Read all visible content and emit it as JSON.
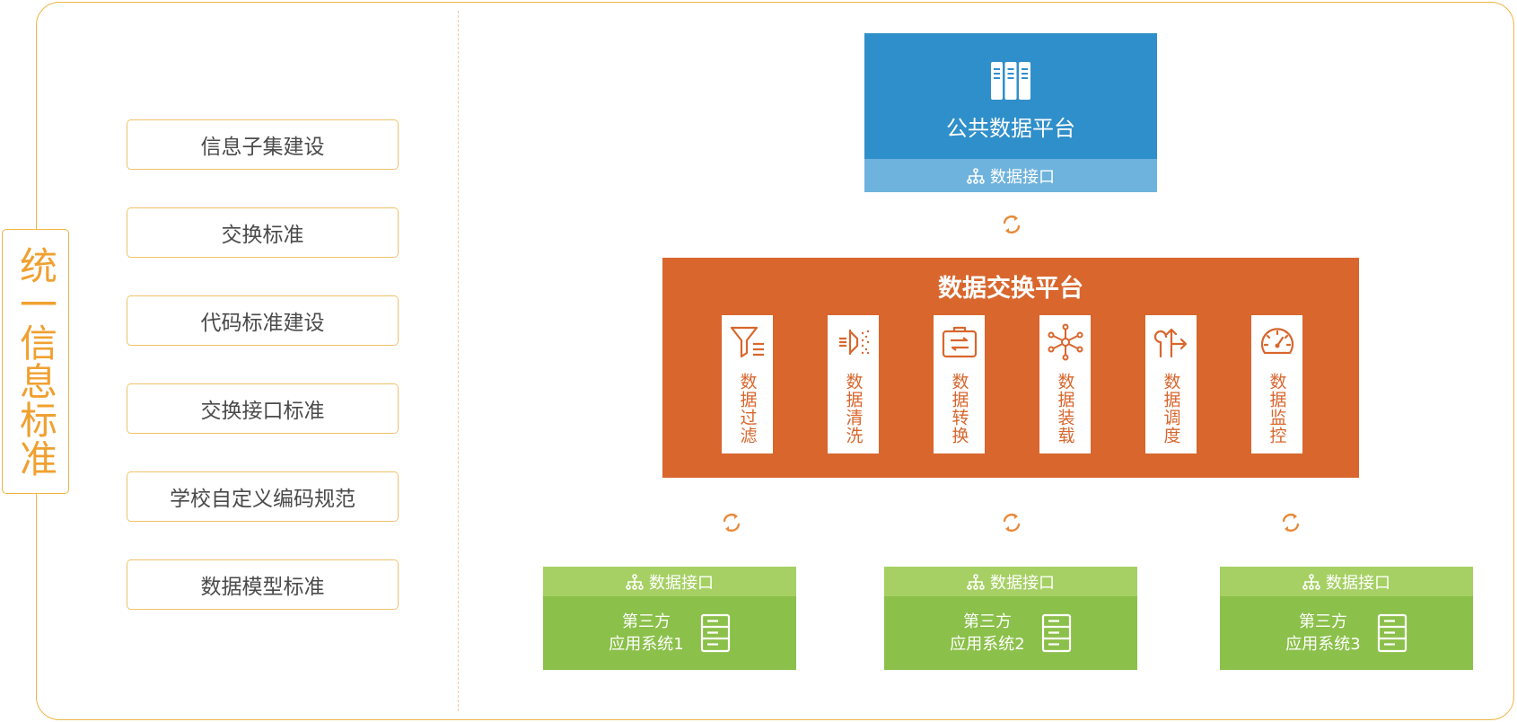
{
  "side_label": "统一信息标准",
  "standards": [
    "信息子集建设",
    "交换标准",
    "代码标准建设",
    "交换接口标准",
    "学校自定义编码规范",
    "数据模型标准"
  ],
  "public_platform": {
    "title": "公共数据平台",
    "interface_label": "数据接口",
    "icon": "database-icon"
  },
  "exchange_platform": {
    "title": "数据交换平台",
    "modules": [
      {
        "label": "数据过滤",
        "icon": "filter-icon"
      },
      {
        "label": "数据清洗",
        "icon": "spray-icon"
      },
      {
        "label": "数据转换",
        "icon": "briefcase-transfer-icon"
      },
      {
        "label": "数据装载",
        "icon": "network-icon"
      },
      {
        "label": "数据调度",
        "icon": "route-icon"
      },
      {
        "label": "数据监控",
        "icon": "gauge-icon"
      }
    ]
  },
  "third_party_systems": [
    {
      "interface_label": "数据接口",
      "line1": "第三方",
      "line2": "应用系统1"
    },
    {
      "interface_label": "数据接口",
      "line1": "第三方",
      "line2": "应用系统2"
    },
    {
      "interface_label": "数据接口",
      "line1": "第三方",
      "line2": "应用系统3"
    }
  ],
  "colors": {
    "frame": "#f0b544",
    "public_blue": "#2f8fca",
    "public_blue_light": "#6eb3dd",
    "exchange_orange": "#d8662d",
    "third_green": "#8bc04a",
    "third_green_light": "#a6d064"
  }
}
